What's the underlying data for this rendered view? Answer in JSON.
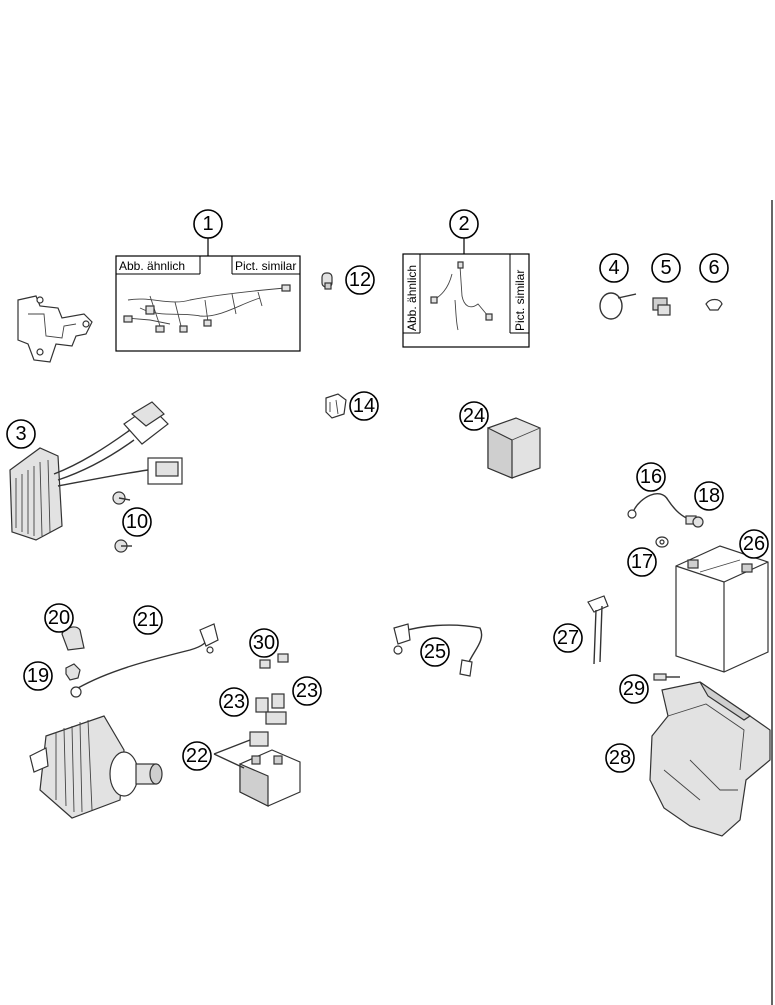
{
  "callouts": {
    "c1": "1",
    "c2": "2",
    "c3": "3",
    "c4": "4",
    "c5": "5",
    "c6": "6",
    "c10": "10",
    "c12": "12",
    "c14": "14",
    "c16": "16",
    "c17": "17",
    "c18": "18",
    "c19": "19",
    "c20": "20",
    "c21": "21",
    "c22": "22",
    "c23a": "23",
    "c23b": "23",
    "c24": "24",
    "c25": "25",
    "c26": "26",
    "c27": "27",
    "c28": "28",
    "c29": "29",
    "c30": "30"
  },
  "harness_box_1": {
    "left_label": "Abb. ähnlich",
    "right_label": "Pict. similar"
  },
  "harness_box_2": {
    "left_label": "Abb. ähnlich",
    "right_label": "Pict. similar"
  }
}
